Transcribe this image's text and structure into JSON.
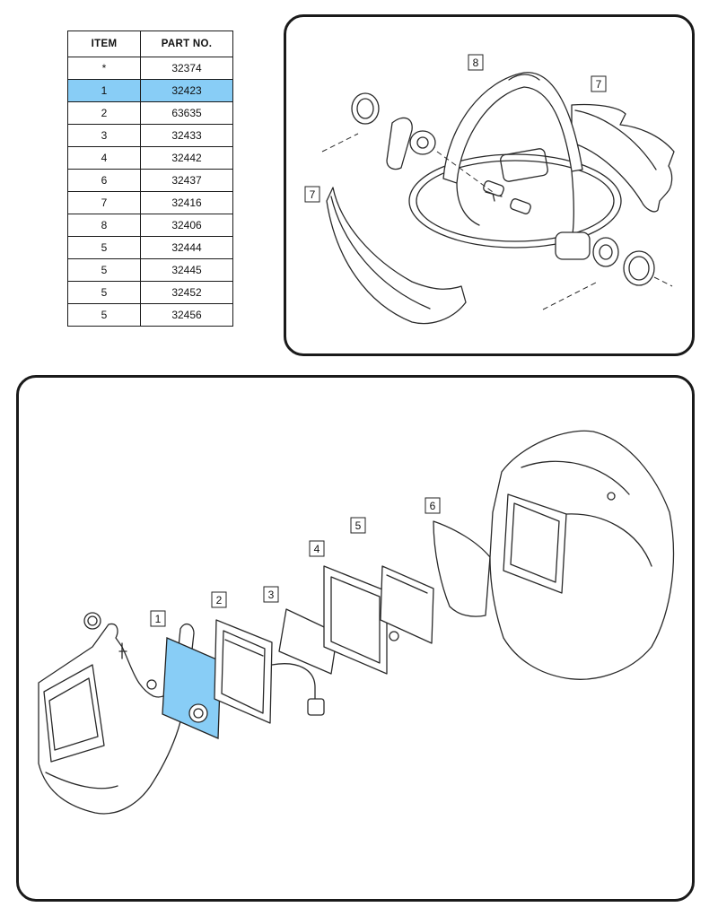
{
  "parts_table": {
    "headers": [
      "ITEM",
      "PART NO."
    ],
    "rows": [
      {
        "item": "*",
        "part": "32374",
        "highlighted": false
      },
      {
        "item": "1",
        "part": "32423",
        "highlighted": true
      },
      {
        "item": "2",
        "part": "63635",
        "highlighted": false
      },
      {
        "item": "3",
        "part": "32433",
        "highlighted": false
      },
      {
        "item": "4",
        "part": "32442",
        "highlighted": false
      },
      {
        "item": "6",
        "part": "32437",
        "highlighted": false
      },
      {
        "item": "7",
        "part": "32416",
        "highlighted": false
      },
      {
        "item": "8",
        "part": "32406",
        "highlighted": false
      },
      {
        "item": "5",
        "part": "32444",
        "highlighted": false
      },
      {
        "item": "5",
        "part": "32445",
        "highlighted": false
      },
      {
        "item": "5",
        "part": "32452",
        "highlighted": false
      },
      {
        "item": "5",
        "part": "32456",
        "highlighted": false
      }
    ]
  },
  "headgear_callouts": {
    "headgear": "8",
    "sweatband_rear": "7",
    "sweatband_front": "7"
  },
  "shell_callouts": {
    "cover_lens_outer": "1",
    "adf_filter": "2",
    "inner_lens": "3",
    "lens_frame": "4",
    "magnifier": "5",
    "front_cover": "6"
  },
  "colors": {
    "highlight": "#88cdf6",
    "line": "#1a1a1a"
  }
}
